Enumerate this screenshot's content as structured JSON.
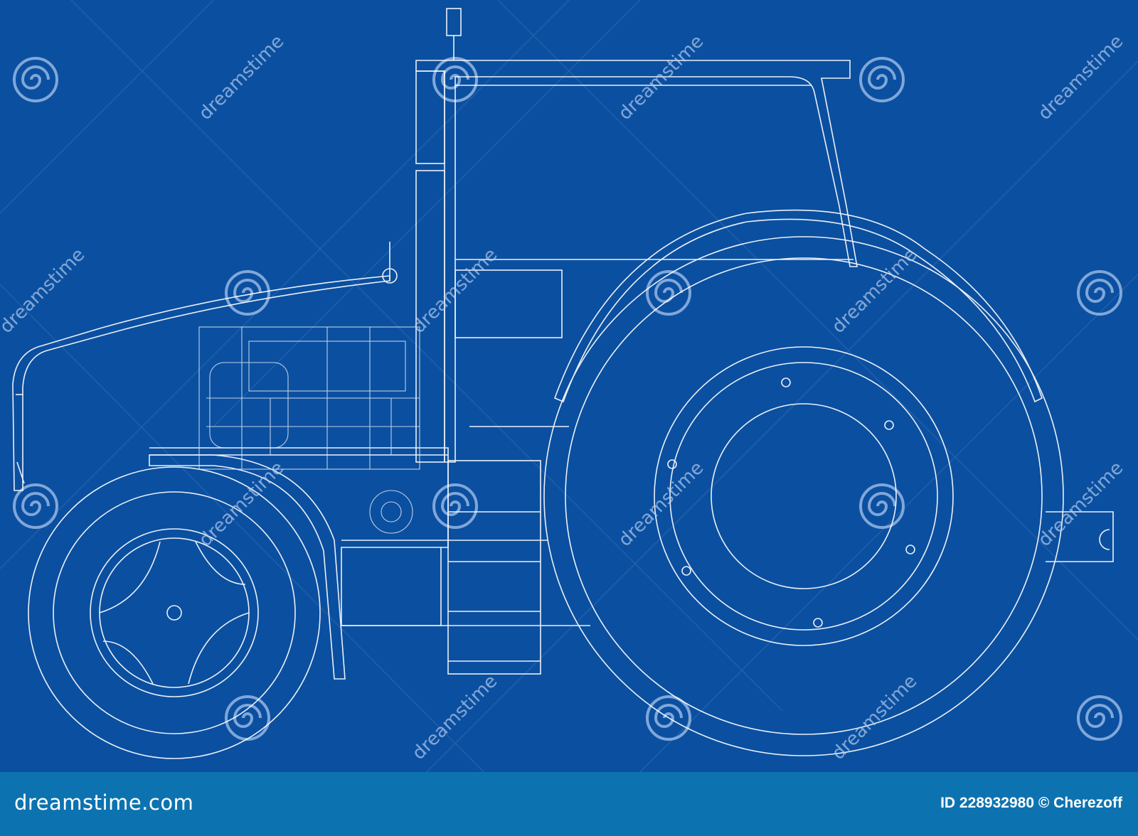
{
  "colors": {
    "background": "#0b4fa0",
    "footer": "#0d73b0",
    "lines": "#ffffff",
    "watermark": "#9fc0e8"
  },
  "watermark": {
    "text": "dreamstime",
    "icon": "spiral-logo-icon"
  },
  "footer": {
    "logo_text": "dreamstime.com",
    "id_text": "ID 228932980 © Cherezoff"
  }
}
